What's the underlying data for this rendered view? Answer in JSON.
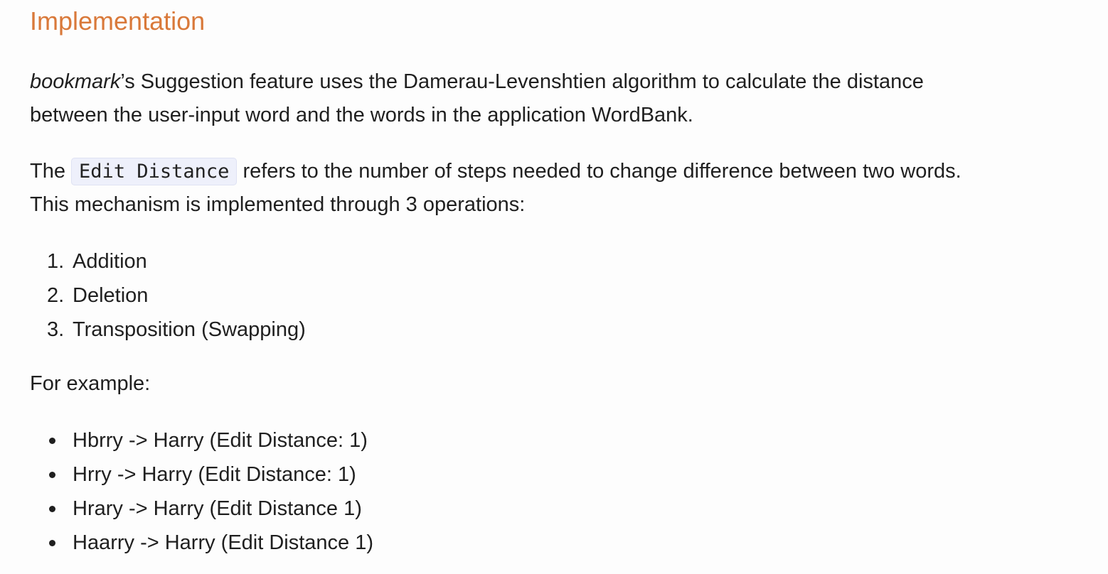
{
  "heading": "Implementation",
  "intro": {
    "em": "bookmark",
    "line1_rest": "’s Suggestion feature uses the Damerau-Levenshtien algorithm to calculate the distance",
    "line2": "between the user-input word and the words in the application WordBank."
  },
  "edit_distance": {
    "before": "The",
    "code": "Edit Distance",
    "after": "refers to the number of steps needed to change difference between two words.",
    "line2": "This mechanism is implemented through 3 operations:"
  },
  "operations": [
    {
      "number": "1.",
      "label": "Addition"
    },
    {
      "number": "2.",
      "label": "Deletion"
    },
    {
      "number": "3.",
      "label": "Transposition (Swapping)"
    }
  ],
  "example_intro": "For example:",
  "examples": [
    "Hbrry -> Harry (Edit Distance: 1)",
    "Hrry -> Harry (Edit Distance: 1)",
    "Hrary -> Harry (Edit Distance 1)",
    "Haarry -> Harry (Edit Distance 1)"
  ],
  "colors": {
    "heading": "#d9793a",
    "text": "#1f1f1f",
    "code_background": "#eef0fb"
  }
}
